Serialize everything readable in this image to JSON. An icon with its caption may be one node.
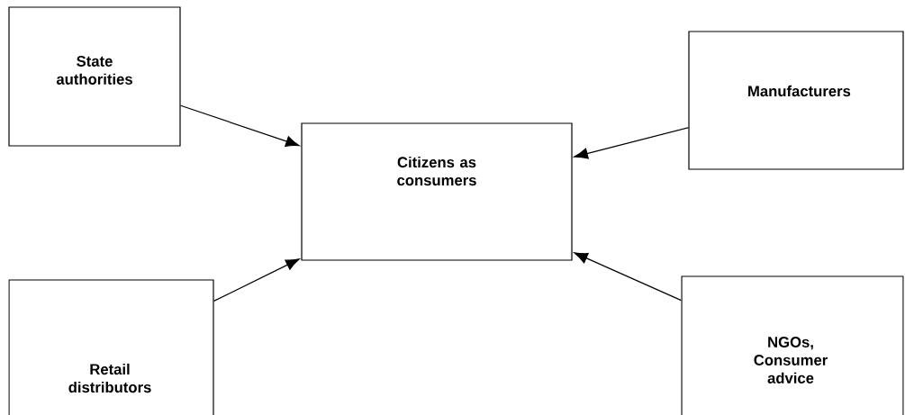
{
  "diagram": {
    "nodes": [
      {
        "text": [
          "State authorities"
        ]
      },
      {
        "text": [
          "Citizens as consumers"
        ]
      },
      {
        "text": [
          "Manufacturers"
        ]
      },
      {
        "text": [
          "Retail distributors"
        ]
      },
      {
        "text": [
          "NGOs, Consumer advice"
        ]
      }
    ],
    "edges": [
      {
        "from": 0,
        "to": 1,
        "arrow": "to"
      },
      {
        "from": 2,
        "to": 1,
        "arrow": "to"
      },
      {
        "from": 3,
        "to": 1,
        "arrow": "to"
      },
      {
        "from": 4,
        "to": 1,
        "arrow": "to"
      }
    ]
  }
}
